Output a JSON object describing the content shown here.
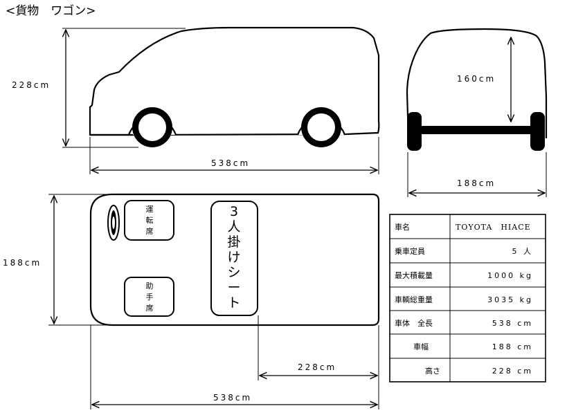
{
  "title": "<貨物　ワゴン>",
  "side_view": {
    "height_label": "228cm",
    "length_label": "538cm"
  },
  "front_view": {
    "height_label": "160cm",
    "width_label": "188cm"
  },
  "top_view": {
    "width_label": "188cm",
    "length_label": "538cm",
    "cargo_label": "228cm",
    "driver_seat": [
      "運",
      "転",
      "席"
    ],
    "passenger_seat": [
      "助",
      "手",
      "席"
    ],
    "bench_seat": [
      "3",
      "人",
      "掛",
      "け",
      "シ",
      "ー",
      "ト"
    ]
  },
  "spec_table": {
    "rows": [
      {
        "key": "車名",
        "value": "TOYOTA　HIACE"
      },
      {
        "key": "乗車定員",
        "value": "5 人"
      },
      {
        "key": "最大積載量",
        "value": "1000 kg"
      },
      {
        "key": "車輌総重量",
        "value": "3035 kg"
      },
      {
        "key": "車体　全長",
        "value": "538 cm"
      },
      {
        "key": "車幅",
        "value": "188 cm"
      },
      {
        "key": "高さ",
        "value": "228 cm"
      }
    ]
  }
}
